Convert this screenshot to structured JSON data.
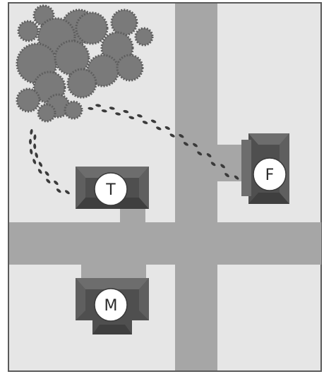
{
  "colors": {
    "ground": "#e6e6e6",
    "border": "#5a5a5a",
    "road": "#a6a6a6",
    "roof_dark": "#4f4f4f",
    "roof_mid": "#6d6d6d",
    "roof_light": "#8a8a8a",
    "tree_fill": "#7a7a7a",
    "tree_edge": "#5e5e5e",
    "footprints": "#3a3a3a",
    "marker_fill": "#ffffff",
    "marker_text": "#2b2b2b"
  },
  "icons": [
    "tree-cluster-icon",
    "house-icon",
    "footprints-icon"
  ],
  "houses": [
    {
      "id": "T",
      "label": "T"
    },
    {
      "id": "F",
      "label": "F"
    },
    {
      "id": "M",
      "label": "M"
    }
  ]
}
